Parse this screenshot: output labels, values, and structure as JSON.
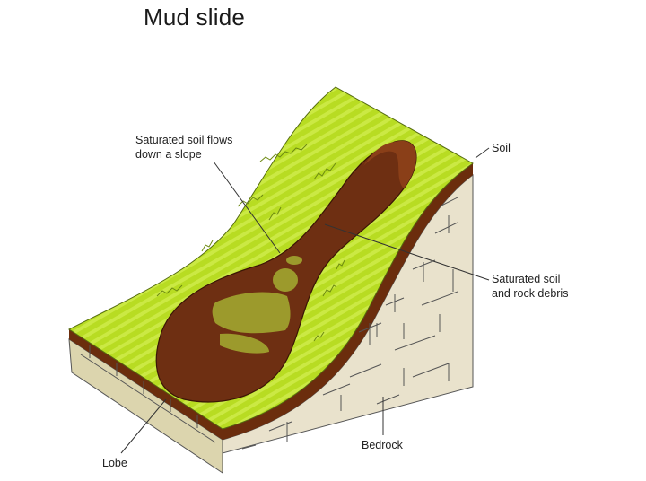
{
  "title": "Mud slide",
  "labels": {
    "flow": [
      "Saturated soil flows",
      "down a slope"
    ],
    "soil": "Soil",
    "debris": [
      "Saturated soil",
      "and rock debris"
    ],
    "lobe": "Lobe",
    "bedrock": "Bedrock"
  },
  "colors": {
    "grass": "#b5d92a",
    "grass_stripe": "#c9e83a",
    "soil_layer": "#6b2d0d",
    "mud": "#6e2f12",
    "mud_patch": "#9c9a2c",
    "bedrock": "#e8e0c8",
    "bedrock_front": "#ddd6b0",
    "leader_line": "#333333"
  }
}
